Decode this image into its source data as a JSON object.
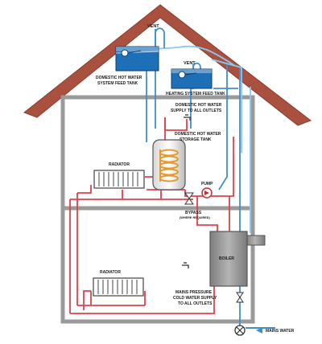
{
  "labels": {
    "vent_1": "VENT",
    "vent_2": "VENT",
    "dhw_tank_line1": "DOMESTIC HOT WATER",
    "dhw_tank_line2": "SYSTEM FEED TANK",
    "heating_tank": "HEATING SYSTEM FEED TANK",
    "hw_supply_line1": "DOMESTIC HOT WATER",
    "hw_supply_line2": "SUPPLY TO ALL OUTLETS",
    "storage_line1": "DOMESTIC HOT WATER",
    "storage_line2": "STORAGE TANK",
    "radiator_upper": "RADIATOR",
    "radiator_lower": "RADIATOR",
    "pump": "PUMP",
    "bypass_line1": "BYPASS",
    "bypass_line2": "(WHERE REQUIRED)",
    "boiler": "BOILER",
    "mains_line1": "MAINS PRESSURE",
    "mains_line2": "COLD WATER SUPPLY",
    "mains_line3": "TO ALL OUTLETS",
    "mains_water": "MAINS WATER"
  },
  "colors": {
    "roof": "#a9503e",
    "house_wall": "#9a9a9a",
    "cold_pipe": "#3f8fcf",
    "light_pipe": "#8cc7ee",
    "hot_pipe": "#e0414b",
    "water": "#1d6fb8",
    "boiler": "#8f8f8f"
  }
}
